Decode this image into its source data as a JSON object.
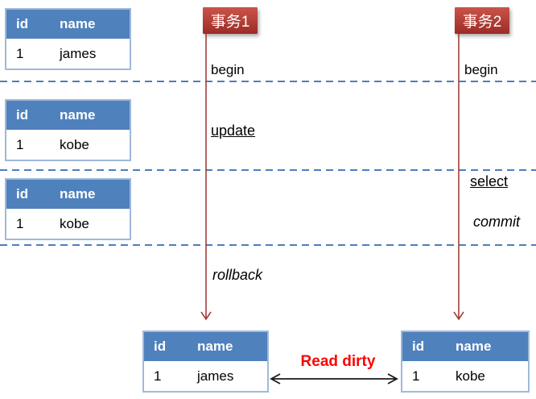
{
  "transactions": {
    "tx1": {
      "label": "事务1",
      "events": {
        "begin": "begin",
        "update": "update",
        "rollback": "rollback"
      }
    },
    "tx2": {
      "label": "事务2",
      "events": {
        "begin": "begin",
        "select": "select",
        "commit": "commit"
      }
    }
  },
  "table_headers": {
    "id": "id",
    "name": "name"
  },
  "db_states": {
    "initial": {
      "id": "1",
      "name": "james"
    },
    "after_update": {
      "id": "1",
      "name": "kobe"
    },
    "during_select": {
      "id": "1",
      "name": "kobe"
    }
  },
  "results": {
    "tx1_final": {
      "id": "1",
      "name": "james"
    },
    "tx2_read": {
      "id": "1",
      "name": "kobe"
    }
  },
  "annotations": {
    "read_dirty": "Read dirty"
  },
  "colors": {
    "table_header_blue": "#4f81bd",
    "table_border_blue": "#9fb9da",
    "dashed_line_blue": "#4d7ebc",
    "timeline_red": "#a2403c",
    "tx_box_gradient_top": "#cb544a",
    "tx_box_gradient_bottom": "#9c2c26",
    "read_dirty_red": "#ff0000",
    "double_arrow_black": "#1a1a1a"
  }
}
